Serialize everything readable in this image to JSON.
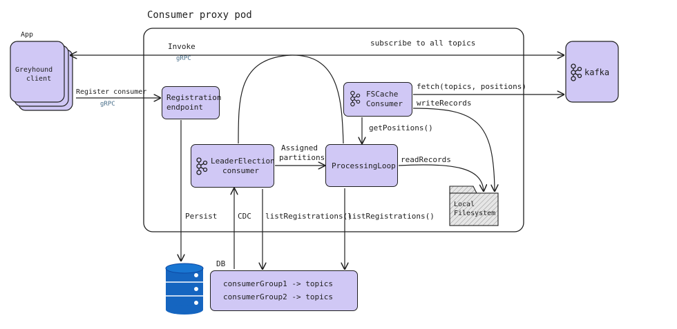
{
  "pod_title": "Consumer proxy pod",
  "app": {
    "label": "App",
    "client_line1": "Greyhound",
    "client_line2": "client"
  },
  "kafka": {
    "label": "kafka"
  },
  "invoke": {
    "label": "Invoke",
    "protocol": "gRPC"
  },
  "subscribe_label": "subscribe to all topics",
  "register_consumer": {
    "label": "Register consumer",
    "protocol": "gRPC"
  },
  "registration_endpoint": {
    "line1": "Registration",
    "line2": "endpoint"
  },
  "fscache": {
    "line1": "FSCache",
    "line2": "Consumer"
  },
  "fetch_label": "fetch(topics, positions)",
  "write_records_label": "writeRecords",
  "get_positions_label": "getPositions()",
  "leader_election": {
    "line1": "LeaderElection",
    "line2": "consumer"
  },
  "assigned_partitions": {
    "line1": "Assigned",
    "line2": "partitions"
  },
  "processing_loop": {
    "label": "ProcessingLoop"
  },
  "read_records_label": "readRecords",
  "local_filesystem": {
    "line1": "Local",
    "line2": "Filesystem"
  },
  "persist_label": "Persist",
  "cdc_label": "CDC",
  "list_registrations_1": "listRegistrations()",
  "list_registrations_2": "listRegistrations()",
  "db": {
    "label": "DB",
    "row1": "consumerGroup1 -> topics",
    "row2": "consumerGroup2 -> topics"
  },
  "colors": {
    "box_fill": "#d0c8f5",
    "stroke": "#1e1e1e",
    "db_blue": "#1565c0",
    "hatch_fill": "#e6e6e6"
  },
  "icons": {
    "kafka": "kafka-logo-icon",
    "database": "database-cylinder-icon",
    "folder": "folder-icon"
  }
}
